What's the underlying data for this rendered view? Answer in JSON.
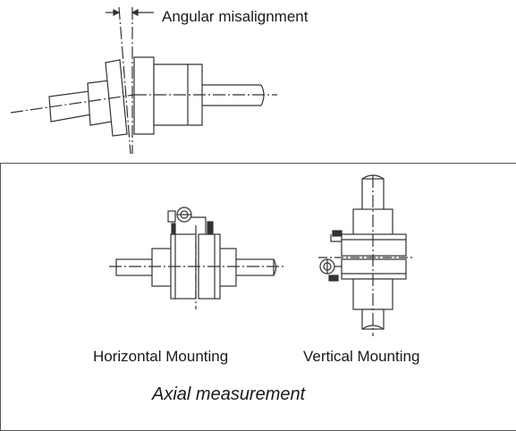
{
  "labels": {
    "angular_misalignment": "Angular misalignment",
    "horizontal_mounting": "Horizontal Mounting",
    "vertical_mounting": "Vertical Mounting",
    "axial_measurement": "Axial measurement"
  },
  "colors": {
    "line": "#333333",
    "fill": "#ffffff"
  }
}
